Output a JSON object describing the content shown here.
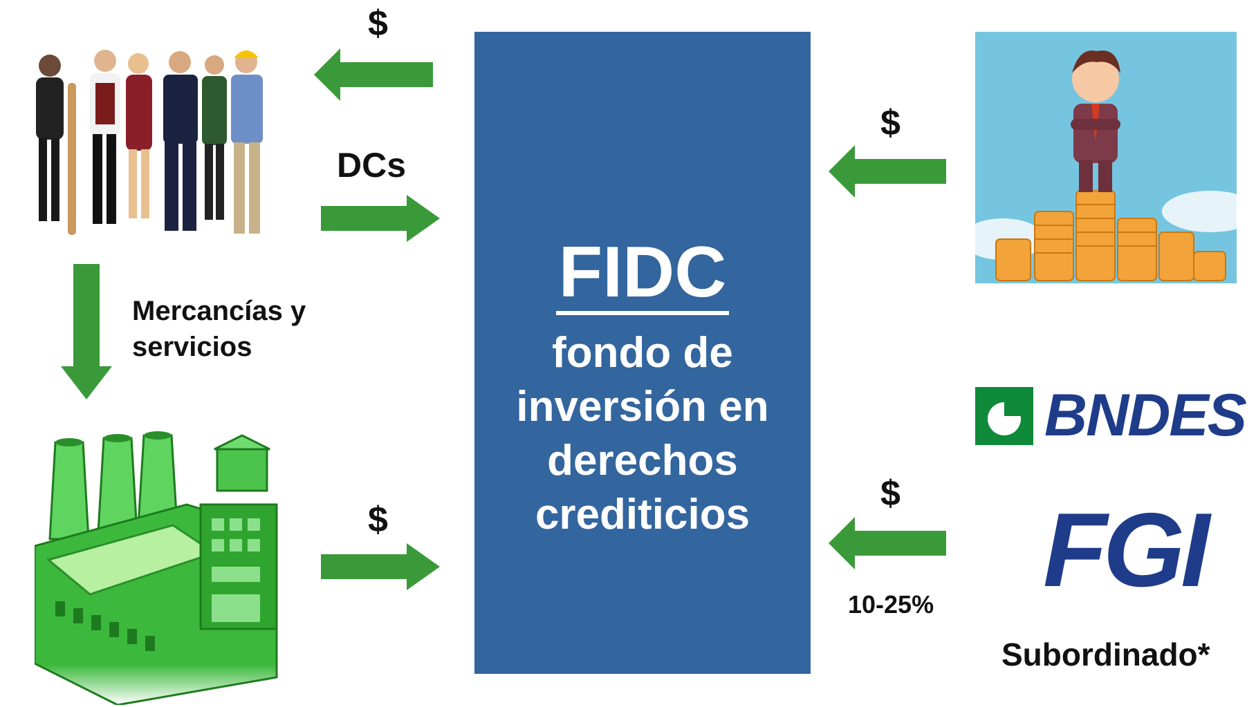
{
  "labels": {
    "dollar_top_left": "$",
    "dcs": "DCs",
    "mercancias": "Mercancías y",
    "servicios": "servicios",
    "dollar_bottom_left": "$",
    "dollar_top_right": "$",
    "dollar_bottom_right": "$",
    "percent_range": "10-25%",
    "subordinado": "Subordinado*"
  },
  "fidc": {
    "title": "FIDC",
    "line1": "fondo de",
    "line2": "inversión en",
    "line3": "derechos",
    "line4": "crediticios"
  },
  "logos": {
    "bndes": "BNDES",
    "fgi": "FGI"
  },
  "colors": {
    "arrow_green": "#3a9a3a",
    "fidc_blue": "#33659e",
    "logo_blue": "#1f3c8a",
    "sky_blue": "#76c5e0",
    "factory_green": "#3cb93c"
  },
  "icons": [
    "people-workers-illustration",
    "factory-illustration",
    "investor-on-coins-illustration",
    "bndes-logo",
    "fgi-logo"
  ]
}
